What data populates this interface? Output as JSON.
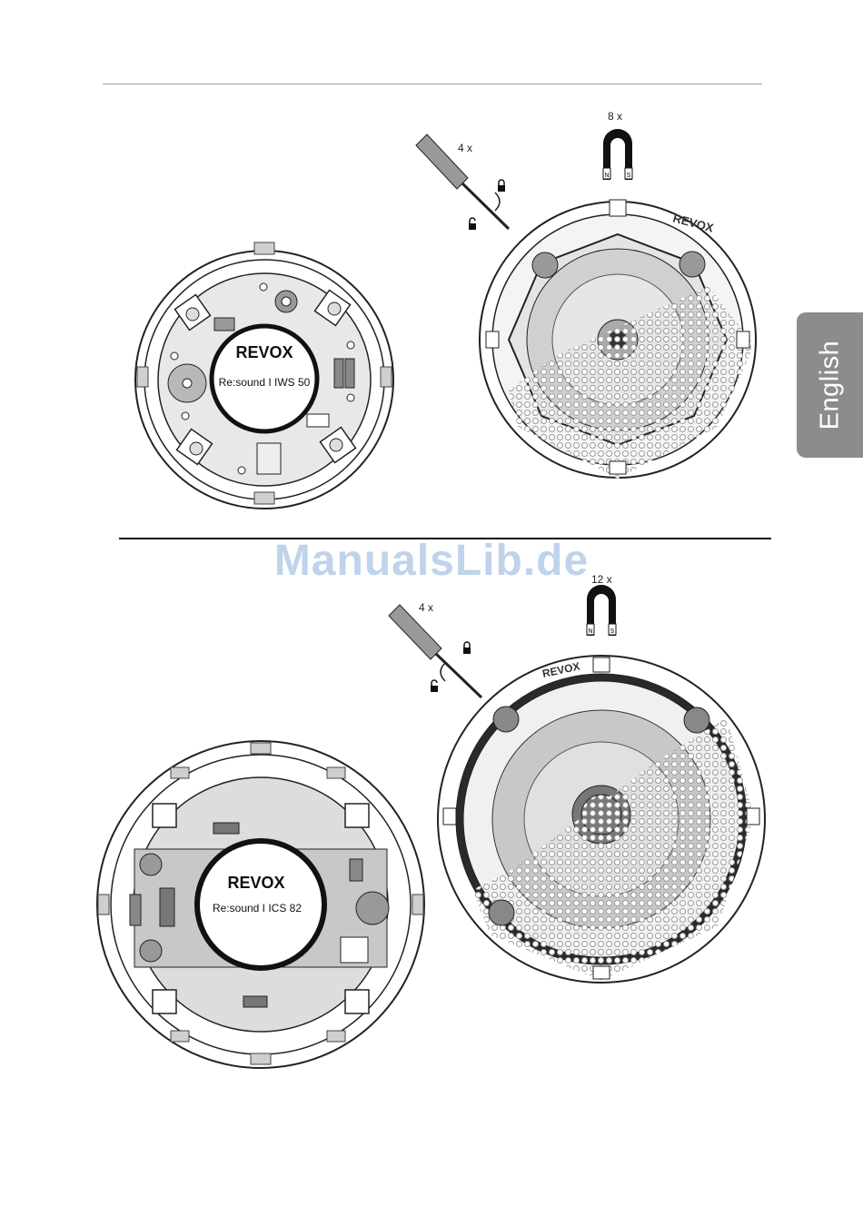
{
  "tab": {
    "label": "English"
  },
  "watermark": {
    "text": "ManualsLib.de"
  },
  "figure1": {
    "screw_count": "4 x",
    "magnet_count": "8 x",
    "brand": "REVOX",
    "model_label": "Re:sound I IWS 50"
  },
  "figure2": {
    "screw_count": "4 x",
    "magnet_count": "12 x",
    "brand": "REVOX",
    "model_label": "Re:sound I ICS 82"
  },
  "magnet_poles": {
    "north": "N",
    "south": "S"
  }
}
